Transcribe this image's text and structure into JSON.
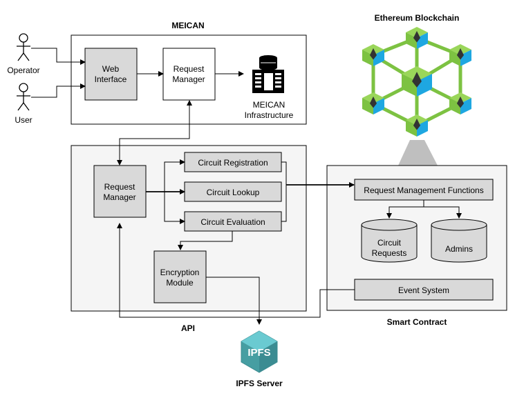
{
  "actors": {
    "operator": "Operator",
    "user": "User"
  },
  "meican": {
    "title": "MEICAN",
    "web_interface": [
      "Web",
      "Interface"
    ],
    "request_manager": [
      "Request",
      "Manager"
    ],
    "infrastructure": [
      "MEICAN",
      "Infrastructure"
    ]
  },
  "api": {
    "title": "API",
    "request_manager": [
      "Request",
      "Manager"
    ],
    "circuit_registration": "Circuit Registration",
    "circuit_lookup": "Circuit Lookup",
    "circuit_evaluation": "Circuit Evaluation",
    "encryption_module": [
      "Encryption",
      "Module"
    ]
  },
  "blockchain": {
    "title": "Ethereum Blockchain"
  },
  "smart_contract": {
    "title": "Smart Contract",
    "request_management_functions": "Request Management Functions",
    "circuit_requests": [
      "Circuit",
      "Requests"
    ],
    "admins": "Admins",
    "event_system": "Event System"
  },
  "ipfs": {
    "logo_text": "IPFS",
    "title": "IPFS Server"
  },
  "colors": {
    "box_gray": "#d9d9d9",
    "container_gray": "#f5f5f5",
    "chain_green": "#7dc242",
    "chain_cyan": "#1ea7e1",
    "ipfs_teal": "#4a9aa6"
  }
}
